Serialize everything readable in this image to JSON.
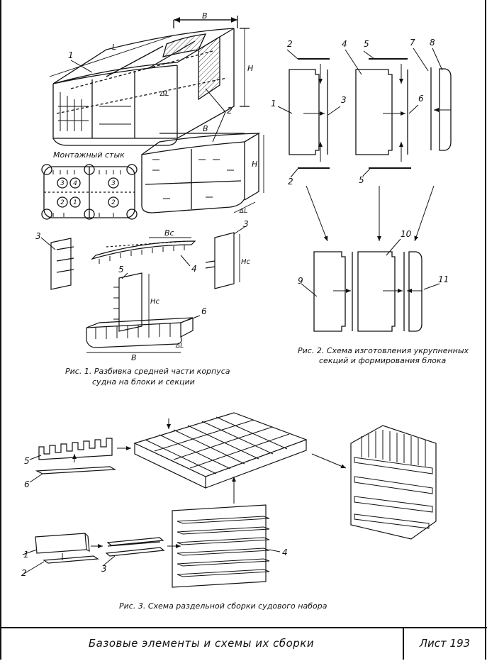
{
  "fig1": {
    "caption_line1": "Рис. 1. Разбивка средней части корпуса",
    "caption_line2": "судна на блоки и секции",
    "joint_label": "Монтажный стык",
    "dim_B": "B",
    "dim_L": "L",
    "dim_H": "H",
    "dim_dL": "ΔL",
    "dim_Bc": "Bc",
    "dim_Hc": "Hc",
    "labels": [
      "1",
      "2",
      "3",
      "4",
      "5",
      "6"
    ],
    "circle_labels": [
      "3",
      "4",
      "3",
      "2",
      "1",
      "2"
    ]
  },
  "fig2": {
    "caption_line1": "Рис. 2. Схема изготовления укрупненных",
    "caption_line2": "секций и формирования блока",
    "labels": [
      "1",
      "2",
      "2",
      "3",
      "4",
      "5",
      "5",
      "6",
      "7",
      "8",
      "9",
      "10",
      "11"
    ]
  },
  "fig3": {
    "caption": "Рис. 3. Схема раздельной сборки судового набора",
    "labels": [
      "1",
      "2",
      "3",
      "4",
      "5",
      "6"
    ]
  },
  "title_block": {
    "title": "Базовые элементы и схемы их сборки",
    "sheet": "Лист 193"
  }
}
